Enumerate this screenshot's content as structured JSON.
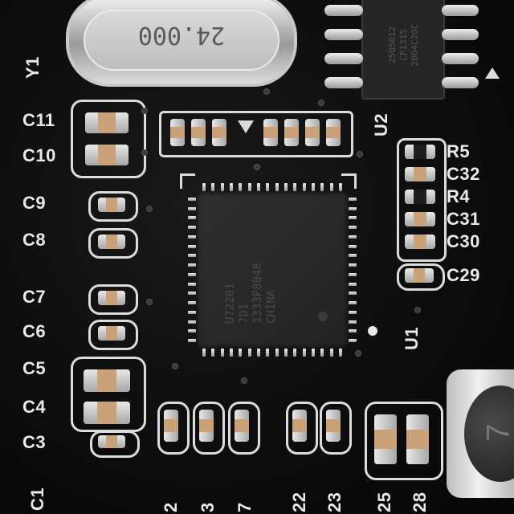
{
  "board": {
    "crystal_marking": "24.000",
    "flash_marking_lines": [
      "25Q5012",
      "CF1315",
      "2004C20C"
    ],
    "mcu_marking_lines": [
      "U72201",
      "7D1",
      "1333P8048",
      "CHINA"
    ],
    "silkscreen": {
      "y1": "Y1",
      "u2": "U2",
      "u1": "U1",
      "c11": "C11",
      "c10": "C10",
      "c9": "C9",
      "c8": "C8",
      "c7": "C7",
      "c6": "C6",
      "c5": "C5",
      "c4": "C4",
      "c3": "C3",
      "c1": "C1",
      "r5": "R5",
      "c32": "C32",
      "r4": "R4",
      "c31": "C31",
      "c30": "C30",
      "c29": "C29",
      "bottom_labels": [
        "2",
        "3",
        "7",
        "22",
        "23",
        "25",
        "28"
      ],
      "inductor_mark": "7"
    },
    "colors": {
      "solder_mask": "#0c0c0c",
      "silkscreen": "#e9e9e9",
      "pad_tin": "#c9c9c9",
      "chip_body": "#2a2a2a",
      "capacitor_body": "#c9a27a"
    }
  }
}
